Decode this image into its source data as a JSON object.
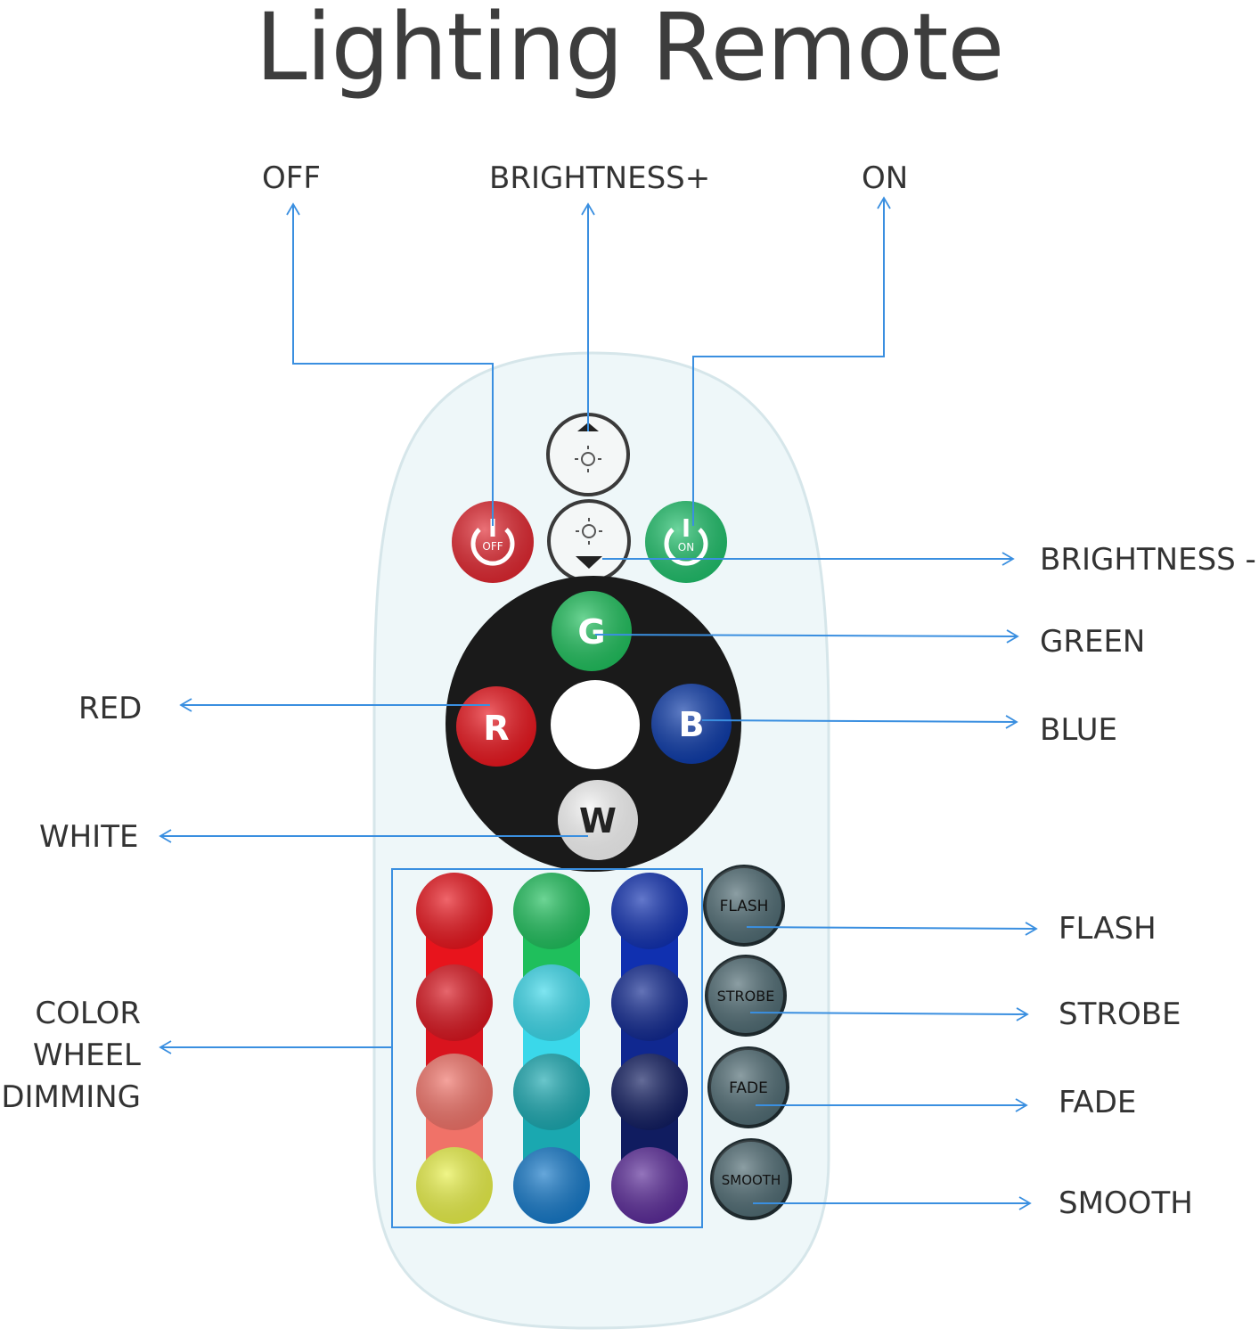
{
  "title": "Lighting Remote",
  "labels": {
    "off": "OFF",
    "brightness_up": "BRIGHTNESS+",
    "on": "ON",
    "brightness_down": "BRIGHTNESS -",
    "green": "GREEN",
    "red": "RED",
    "blue": "BLUE",
    "white": "WHITE",
    "flash": "FLASH",
    "strobe": "STROBE",
    "fade": "FADE",
    "smooth": "SMOOTH",
    "color_wheel_dimming": [
      "COLOR",
      "WHEEL",
      "DIMMING"
    ]
  },
  "buttons": {
    "off_text": "OFF",
    "on_text": "ON",
    "g": "G",
    "r": "R",
    "b": "B",
    "w": "W",
    "flash": "FLASH",
    "strobe": "STROBE",
    "fade": "FADE",
    "smooth": "SMOOTH"
  },
  "colors": {
    "callout_line": "#3a8fe0",
    "remote_body": "#e9f4f6",
    "wheel": "#1a1a1a",
    "off_button": "#e0262f",
    "on_button": "#1fbf6a",
    "grid_columns": [
      [
        "#e8141c",
        "#d9141e",
        "#f07268",
        "#e8f048"
      ],
      [
        "#1fbf5c",
        "#3ad8ea",
        "#1aa8b0",
        "#1478c8"
      ],
      [
        "#1030b0",
        "#102890",
        "#101c60",
        "#5a2a98"
      ]
    ]
  }
}
